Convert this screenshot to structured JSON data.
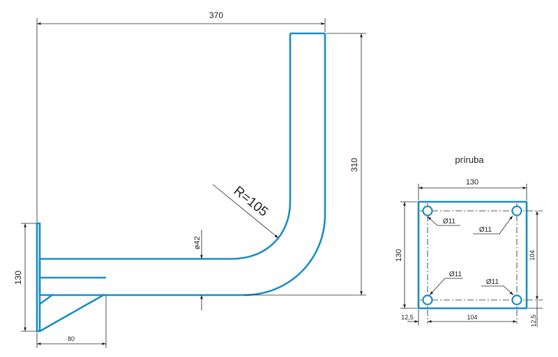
{
  "bracket": {
    "width_dim": "370",
    "height_dim": "310",
    "radius_dim": "R=105",
    "tube_dim": "ø42",
    "plate_height_dim": "130",
    "foot_dim": "80"
  },
  "flange": {
    "title": "príruba",
    "width_dim": "130",
    "height_dim": "130",
    "hole_spacing_h": "104",
    "hole_spacing_v": "104",
    "edge_offset_left": "12,5",
    "edge_offset_right": "12,5",
    "holes": [
      "Ø11",
      "Ø11",
      "Ø11",
      "Ø11"
    ]
  },
  "colors": {
    "part": "#1a8cc7",
    "dimension": "#222222"
  }
}
